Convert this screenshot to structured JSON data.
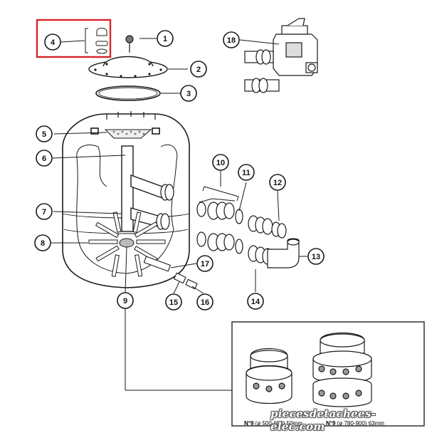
{
  "callouts": [
    "1",
    "2",
    "3",
    "4",
    "5",
    "6",
    "7",
    "8",
    "9",
    "10",
    "11",
    "12",
    "13",
    "14",
    "15",
    "16",
    "17",
    "18"
  ],
  "inset": {
    "caption_left": {
      "num": "N°9",
      "detail": "(ø 500-600) 50mm"
    },
    "caption_right": {
      "num": "N°9",
      "detail": "(ø 780-900) 63mm"
    }
  },
  "watermark": "piecesdetachees-elec.com",
  "colors": {
    "highlight_box": "#d9252b",
    "line": "#1a1a1a",
    "inset_border": "#222222"
  }
}
